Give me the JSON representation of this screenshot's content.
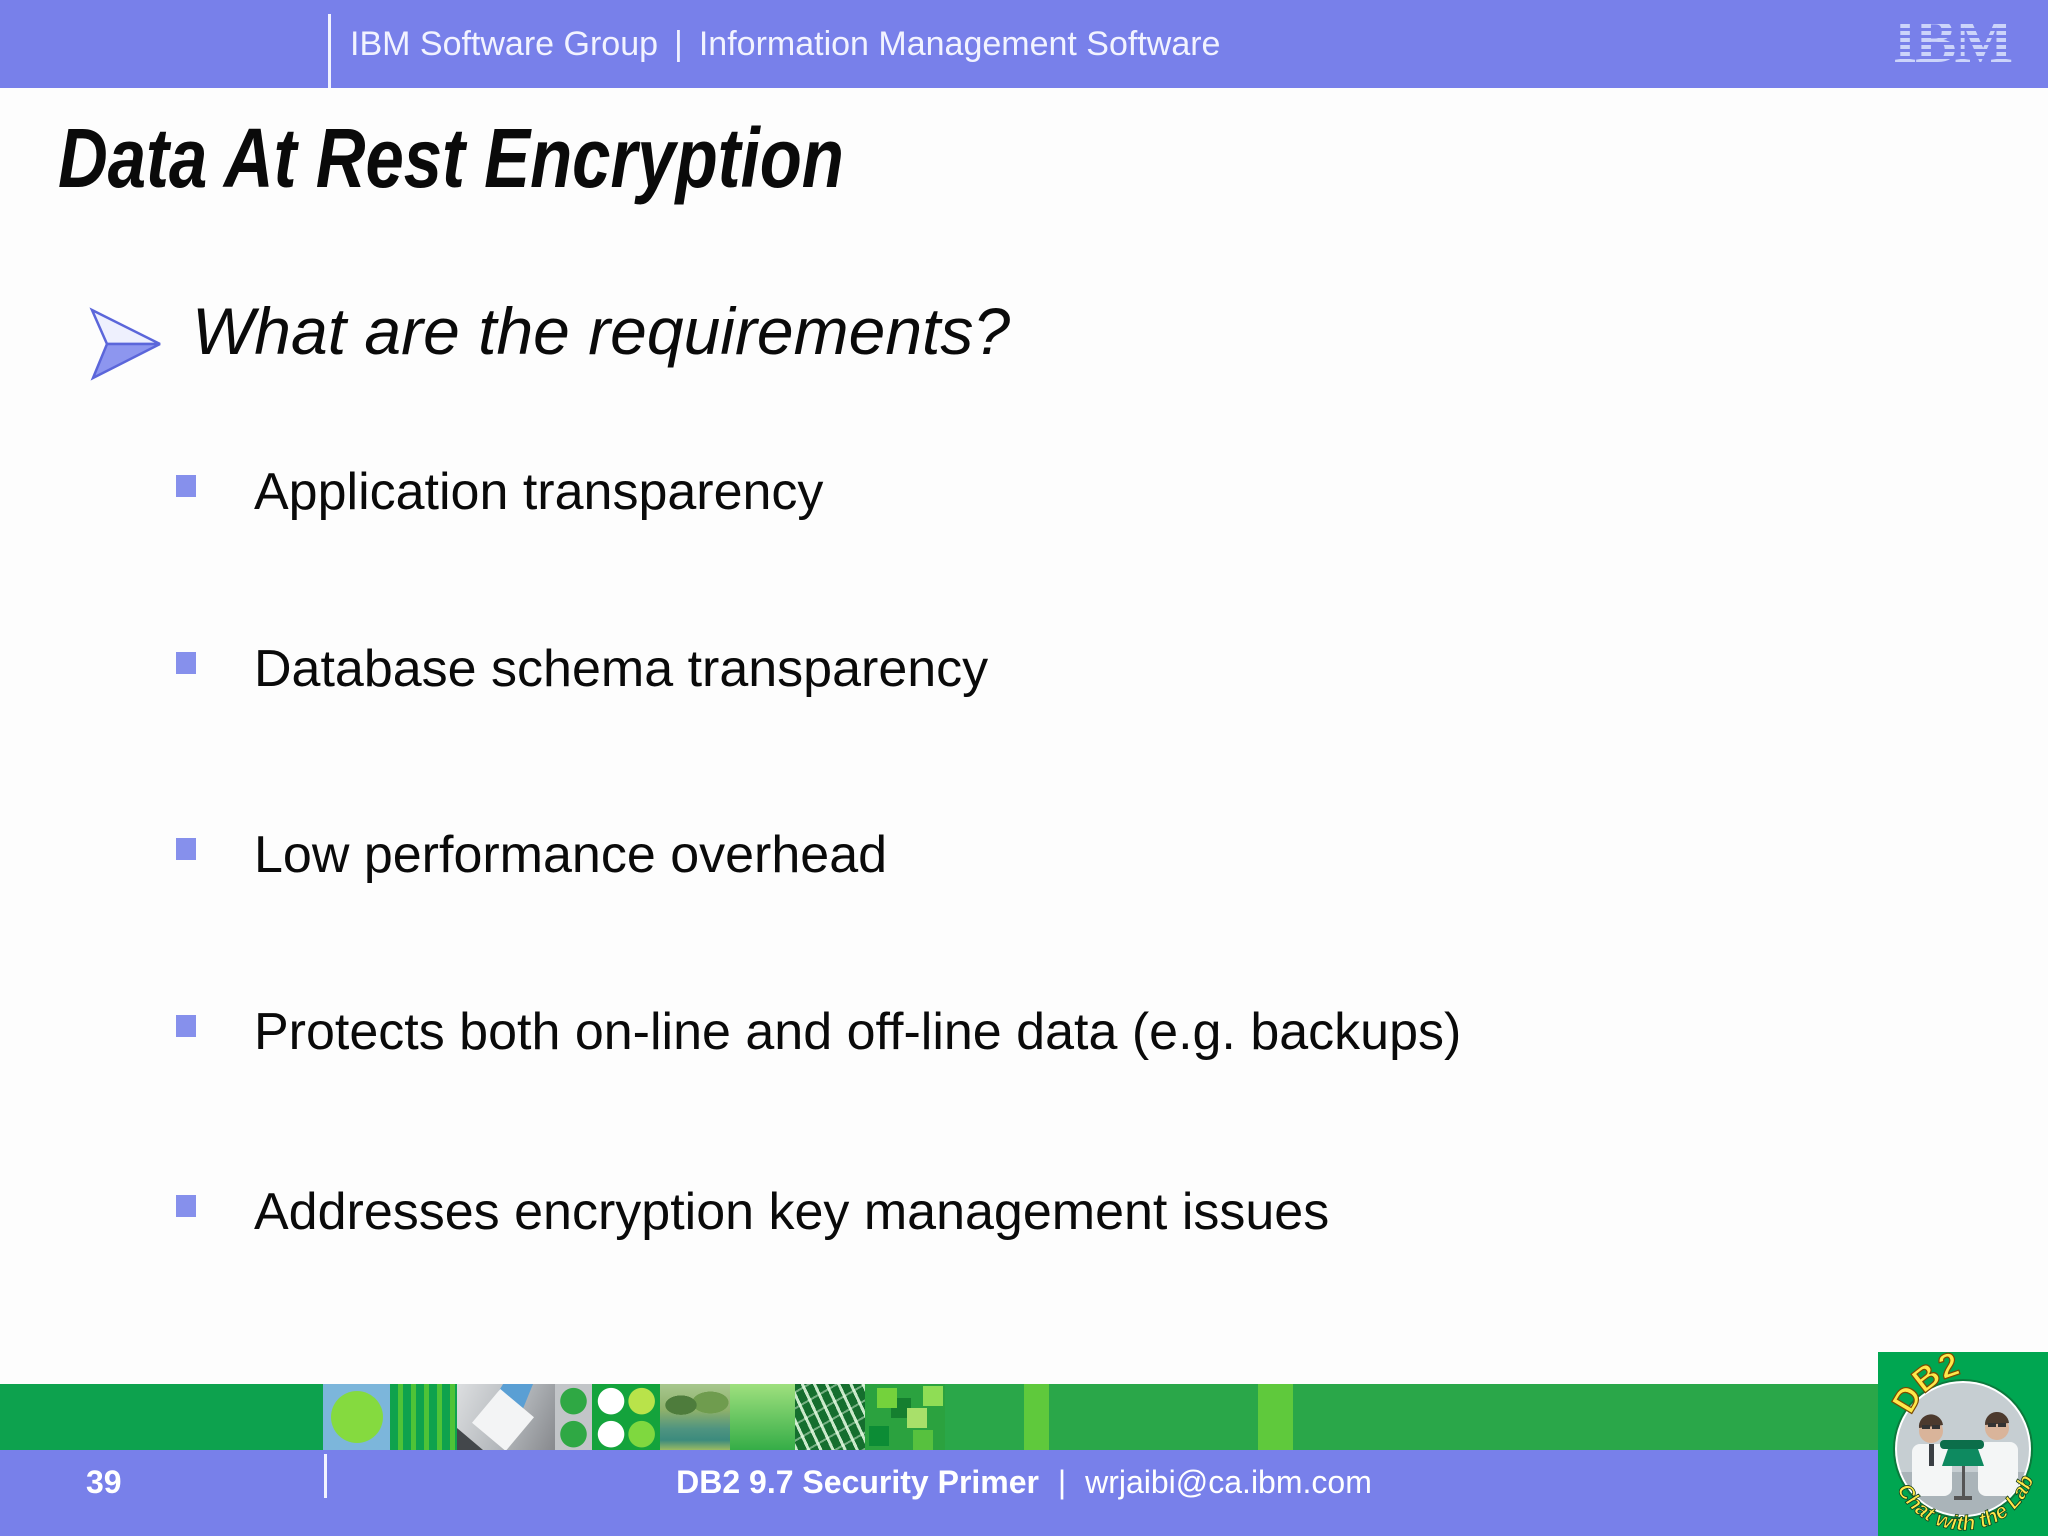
{
  "header": {
    "left_label": "IBM Software Group",
    "separator": "|",
    "right_label": "Information Management Software",
    "logo_text": "IBM"
  },
  "title": "Data At Rest Encryption",
  "question": "What are the requirements?",
  "bullets": [
    "Application transparency",
    "Database schema transparency",
    "Low performance overhead",
    "Protects both on-line and off-line data (e.g. backups)",
    "Addresses encryption key management issues"
  ],
  "footer": {
    "page_number": "39",
    "deck_title": "DB2 9.7 Security Primer",
    "separator": "|",
    "contact": "wrjaibi@ca.ibm.com"
  },
  "db2_logo": {
    "top_text": "DB2",
    "bottom_text": "Chat with the Lab"
  },
  "colors": {
    "bar_purple": "#7880EA",
    "bullet_square": "#8690EC",
    "banner_green_left": "#0DA24E",
    "banner_green_right": "#2AA749",
    "logo_green": "#00A651",
    "logo_yellow": "#FFE84A"
  }
}
